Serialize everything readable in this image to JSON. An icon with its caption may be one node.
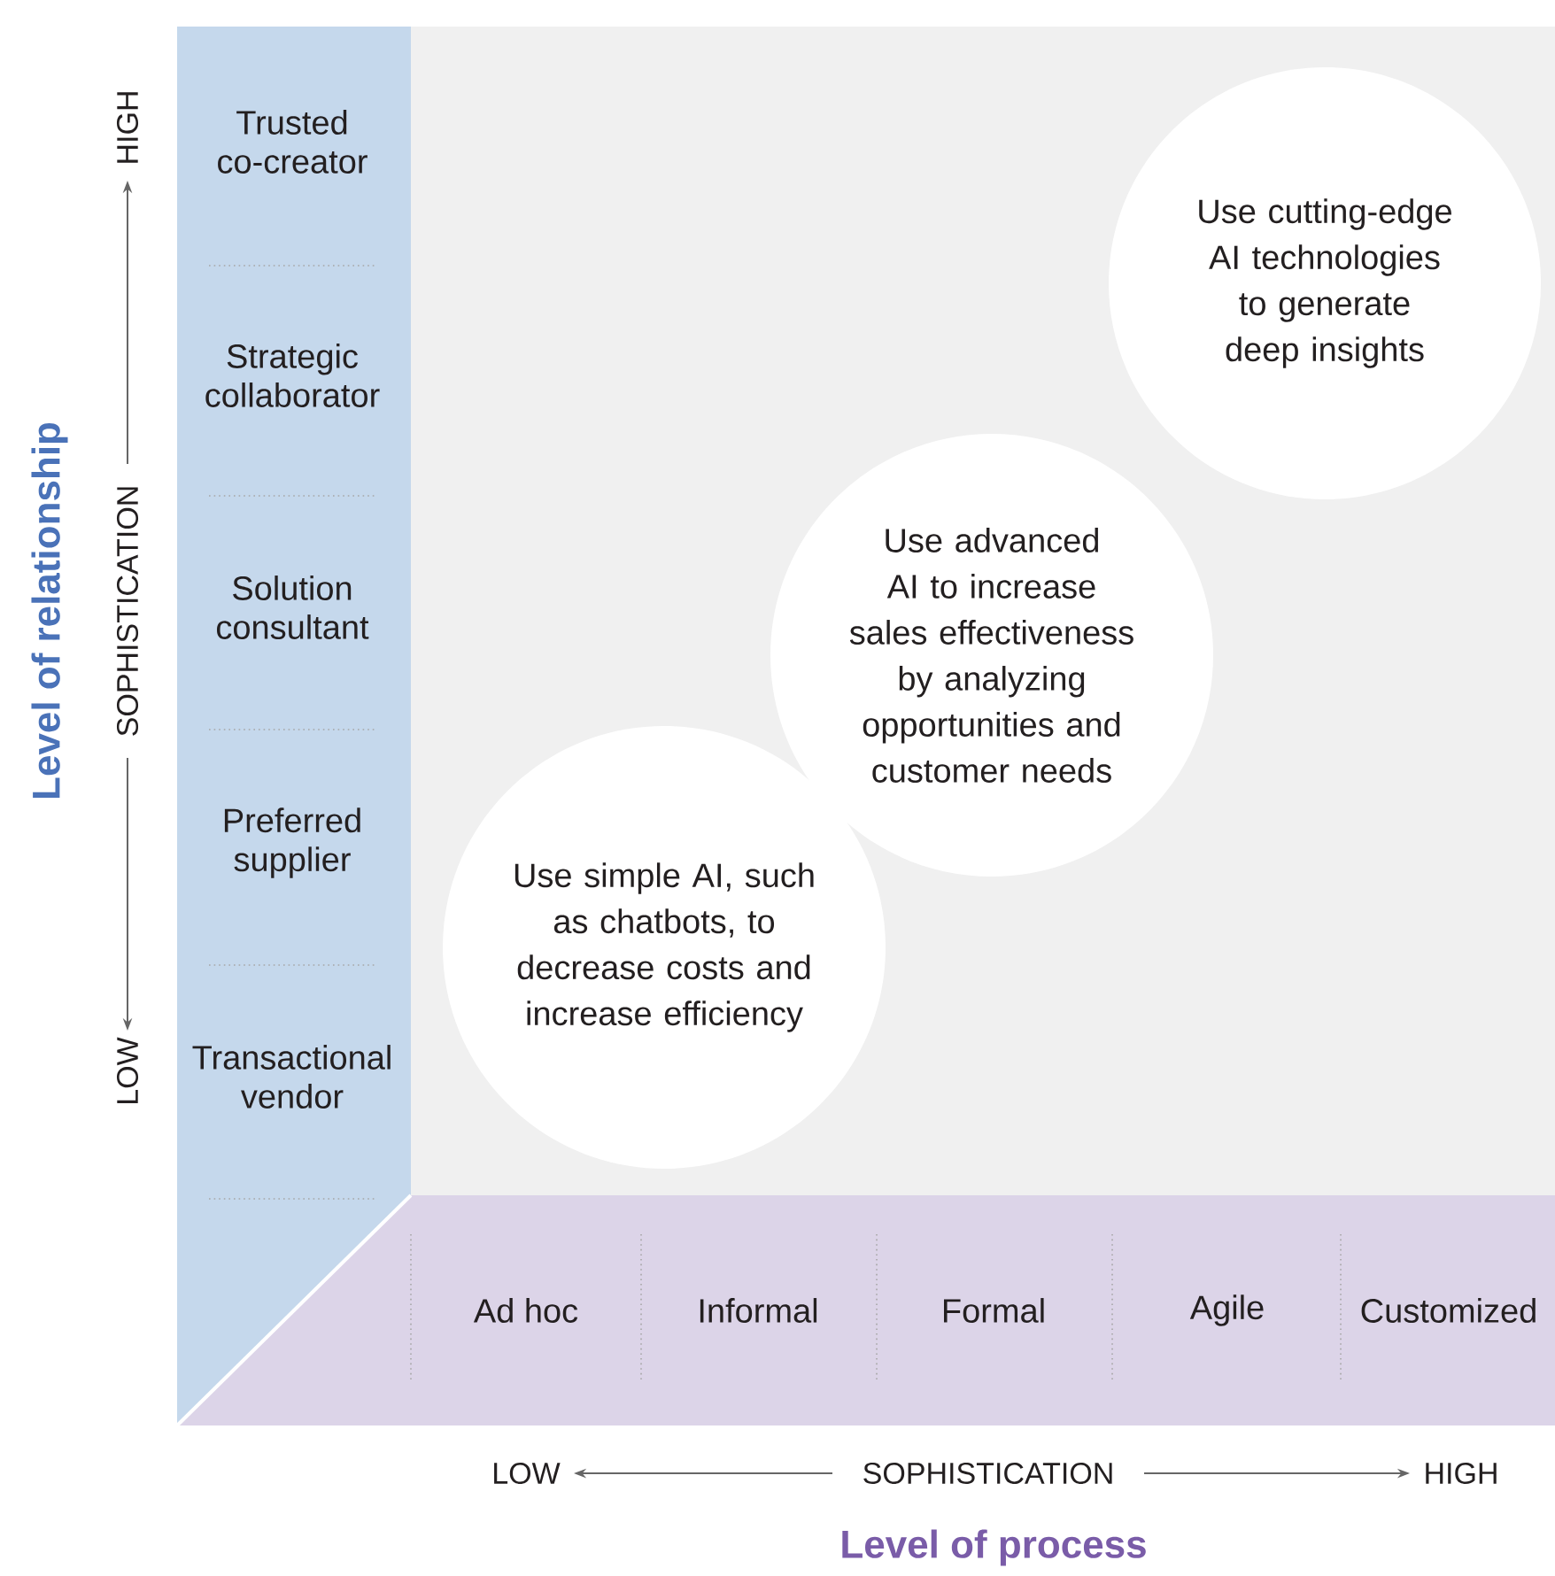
{
  "diagram": {
    "nodes": [
      {
        "text": [
          "Use simple AI, such as chatbots, to decrease costs and increase efficiency"
        ]
      },
      {
        "text": [
          "Use advanced AI to increase sales effectiveness by analyzing opportunities and customer needs"
        ]
      },
      {
        "text": [
          "Use cutting-edge AI technologies to generate deep insights"
        ]
      }
    ],
    "labels": [
      "HIGH",
      "SOPHISTICATION",
      "LOW",
      "Level of relationship",
      "Trusted co-creator",
      "Strategic collaborator",
      "Solution consultant",
      "Preferred supplier",
      "Transactional vendor",
      "Ad hoc",
      "Informal",
      "Formal",
      "Agile",
      "Customized",
      "LOW",
      "SOPHISTICATION",
      "HIGH",
      "Level of process"
    ]
  }
}
